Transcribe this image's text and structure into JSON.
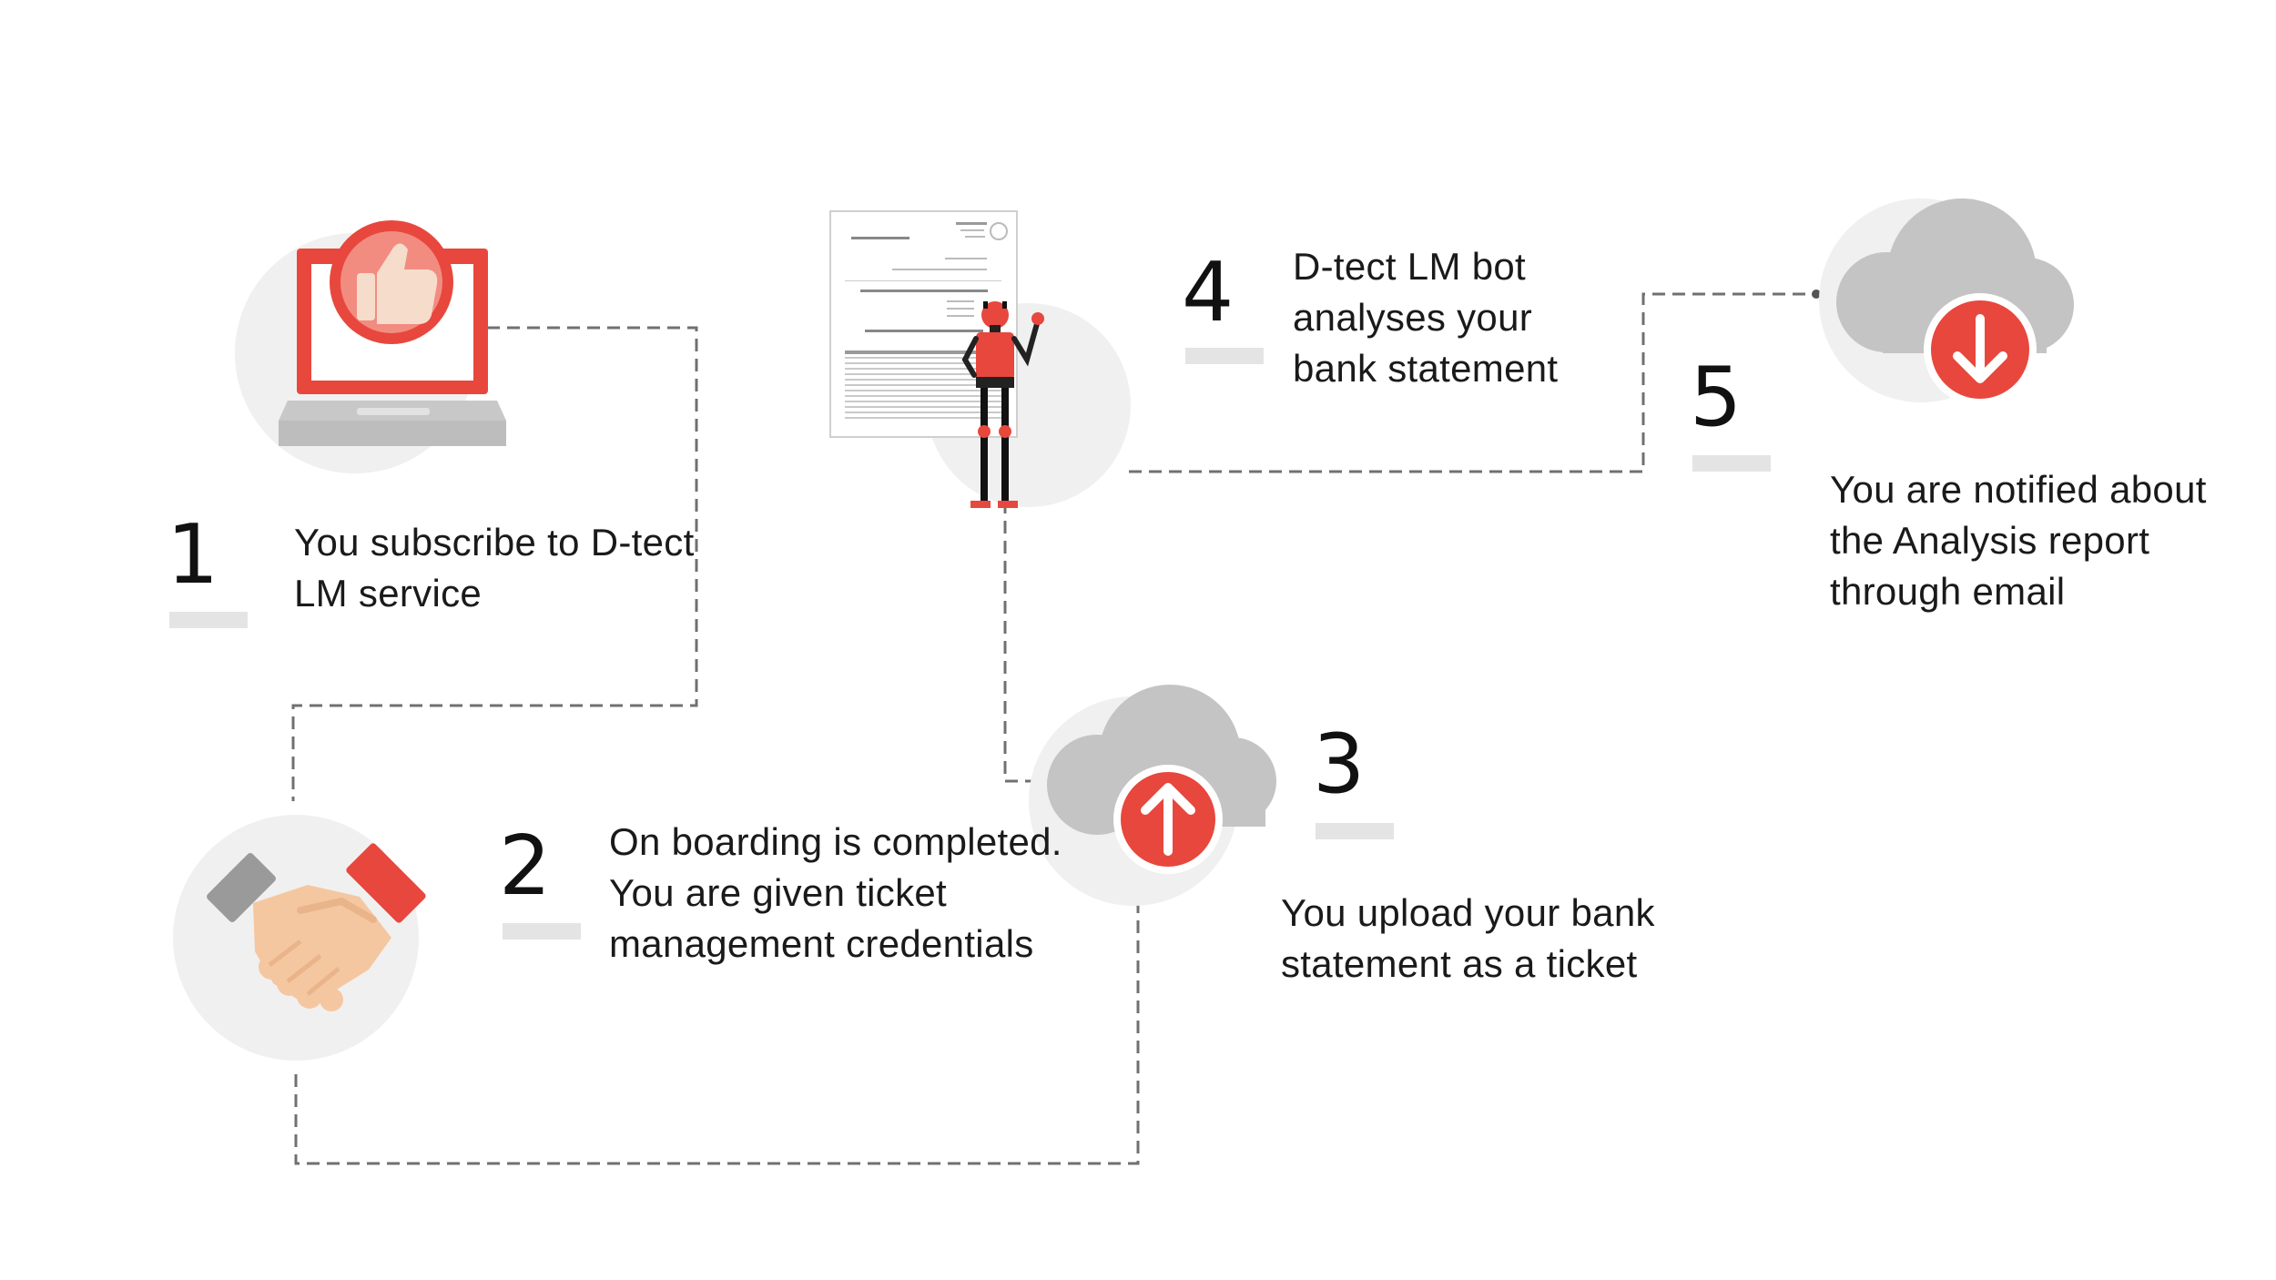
{
  "steps": [
    {
      "number": "1",
      "lines": [
        "You subscribe to D-tect",
        "LM service"
      ]
    },
    {
      "number": "2",
      "lines": [
        "On boarding is completed.",
        "You are given ticket",
        "management credentials"
      ]
    },
    {
      "number": "3",
      "lines": [
        "You upload your bank",
        "statement as a ticket"
      ]
    },
    {
      "number": "4",
      "lines": [
        "D-tect LM bot",
        "analyses your",
        "bank statement"
      ]
    },
    {
      "number": "5",
      "lines": [
        "You are notified about",
        "the Analysis report",
        "through email"
      ]
    }
  ],
  "icons": {
    "step1": "laptop-thumbs-up-icon",
    "step2": "handshake-icon",
    "step3": "cloud-upload-icon",
    "step4": "robot-document-icon",
    "step5": "cloud-download-icon"
  },
  "colors": {
    "accent_red": "#e8473d",
    "cloud_gray": "#c4c4c4",
    "circle_gray": "#f0f0f0",
    "connector": "#707070"
  }
}
